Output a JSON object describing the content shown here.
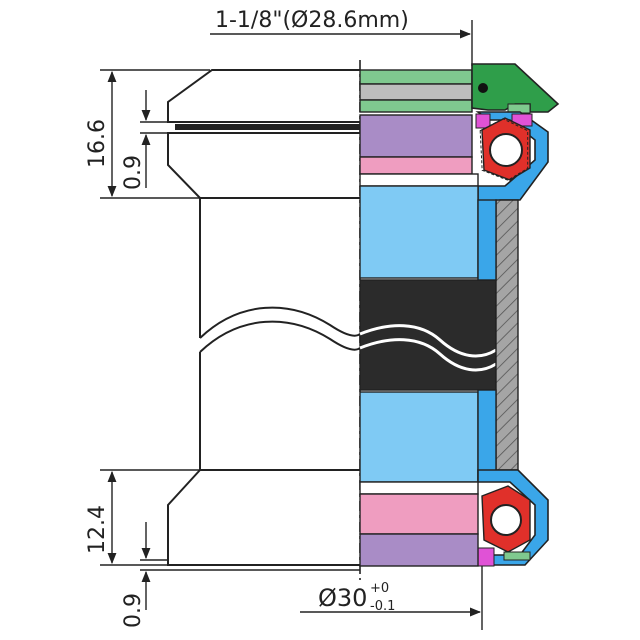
{
  "dimensions": {
    "top_diameter": "1-1/8\"(Ø28.6mm)",
    "upper_height": "16.6",
    "upper_gap": "0.9",
    "lower_height": "12.4",
    "lower_gap": "0.9",
    "cup_diameter_base": "Ø30",
    "cup_tol_upper": "+0",
    "cup_tol_lower": "-0.1"
  },
  "colors": {
    "green": "#7fc98f",
    "gray": "#bdbdbd",
    "purple": "#a98cc6",
    "pink": "#ef9dc0",
    "lightblue": "#7fcaf4",
    "blue": "#3aa6e9",
    "dark": "#2b2b2b",
    "red": "#e0302a",
    "magenta": "#e052d6",
    "darkgreen": "#2f9e4a",
    "hatch": "#9a9a9a"
  }
}
